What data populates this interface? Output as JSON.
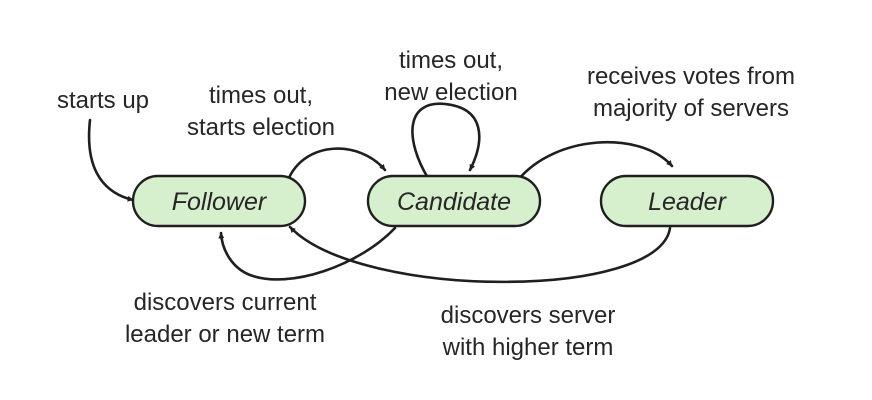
{
  "diagram": {
    "states": {
      "follower": "Follower",
      "candidate": "Candidate",
      "leader": "Leader"
    },
    "labels": {
      "starts_up": "starts up",
      "timeout_start_line1": "times out,",
      "timeout_start_line2": "starts election",
      "timeout_new_line1": "times out,",
      "timeout_new_line2": "new election",
      "votes_line1": "receives votes from",
      "votes_line2": "majority of servers",
      "discovers_current_line1": "discovers current",
      "discovers_current_line2": "leader or new term",
      "discovers_server_line1": "discovers server",
      "discovers_server_line2": "with higher term"
    },
    "colors": {
      "state_fill": "#d6efcd",
      "stroke": "#1f1f1f",
      "text": "#262626"
    }
  }
}
